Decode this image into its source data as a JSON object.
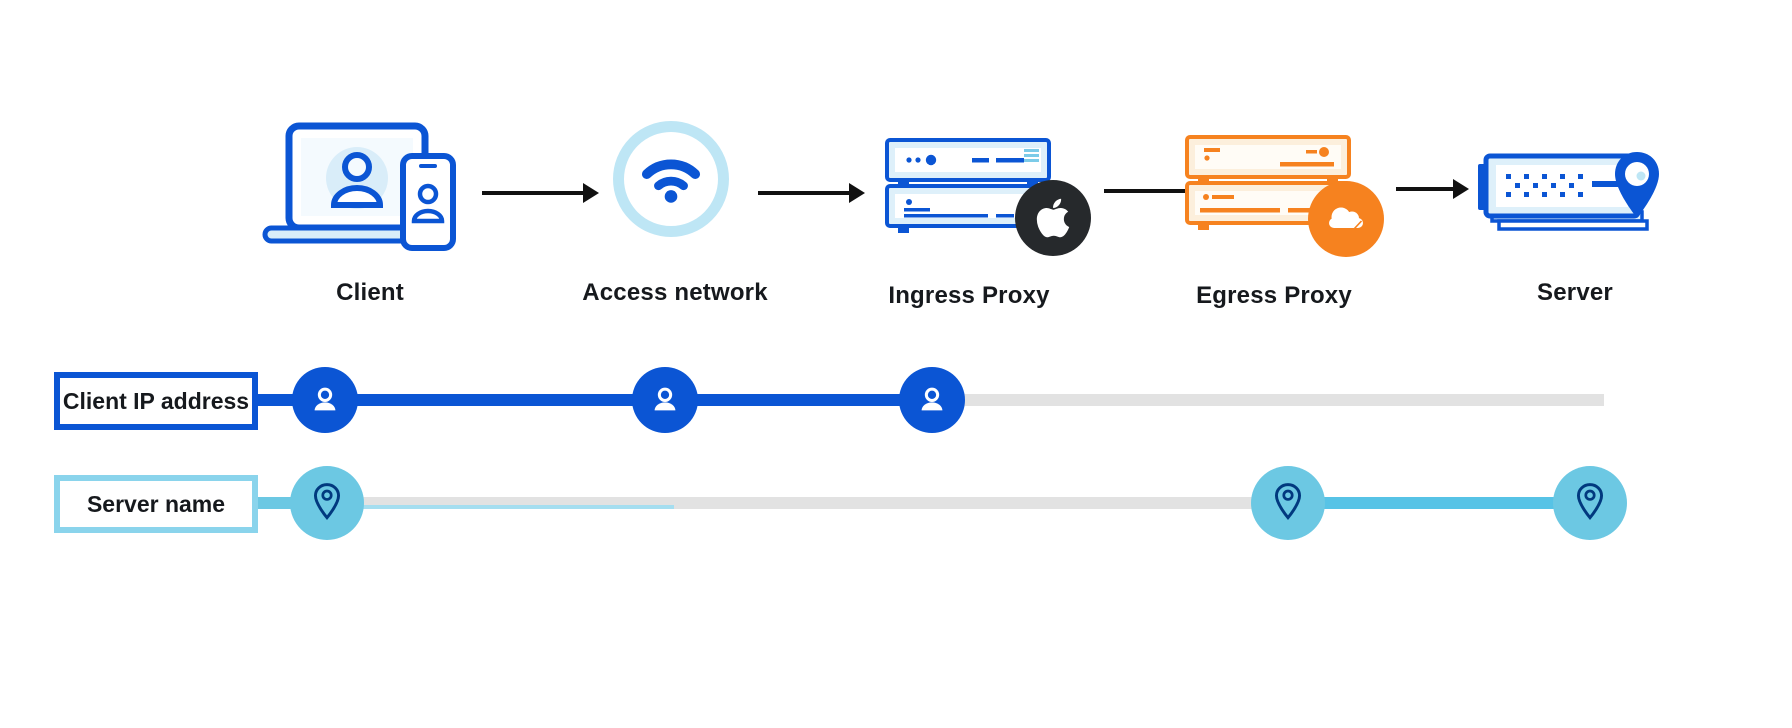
{
  "diagram": {
    "flow_nodes": [
      {
        "id": "client",
        "label": "Client",
        "icon": "laptop-user-phone-icon"
      },
      {
        "id": "access-network",
        "label": "Access network",
        "icon": "wifi-icon"
      },
      {
        "id": "ingress-proxy",
        "label": "Ingress Proxy",
        "icon": "server-stack-icon",
        "badge_icon": "apple-logo-icon"
      },
      {
        "id": "egress-proxy",
        "label": "Egress Proxy",
        "icon": "server-stack-icon",
        "badge_icon": "cloudflare-logo-icon"
      },
      {
        "id": "server",
        "label": "Server",
        "icon": "server-location-pin-icon"
      }
    ],
    "tracks": [
      {
        "id": "client-ip",
        "label": "Client IP address",
        "marker_icon": "person-icon",
        "known_at": [
          "Client",
          "Access network",
          "Ingress Proxy"
        ]
      },
      {
        "id": "server-name",
        "label": "Server name",
        "marker_icon": "location-pin-icon",
        "known_at": [
          "Client",
          "Egress Proxy",
          "Server"
        ]
      }
    ],
    "colors": {
      "primary_blue": "#0B55D4",
      "light_blue_fill": "#DEF0FA",
      "pale_blue_ring": "#BEE6F5",
      "cyan_node": "#6CC8E3",
      "cyan_line": "#57C3E6",
      "cyan_box_border": "#8AD4EC",
      "navy_pin_stroke": "#01397F",
      "orange": "#F6821F",
      "orange_fill": "#FCEFDC",
      "apple_badge_bg": "#26292C",
      "track_gray": "#E2E2E2",
      "arrow_black": "#111111",
      "text": "#16191D"
    }
  }
}
